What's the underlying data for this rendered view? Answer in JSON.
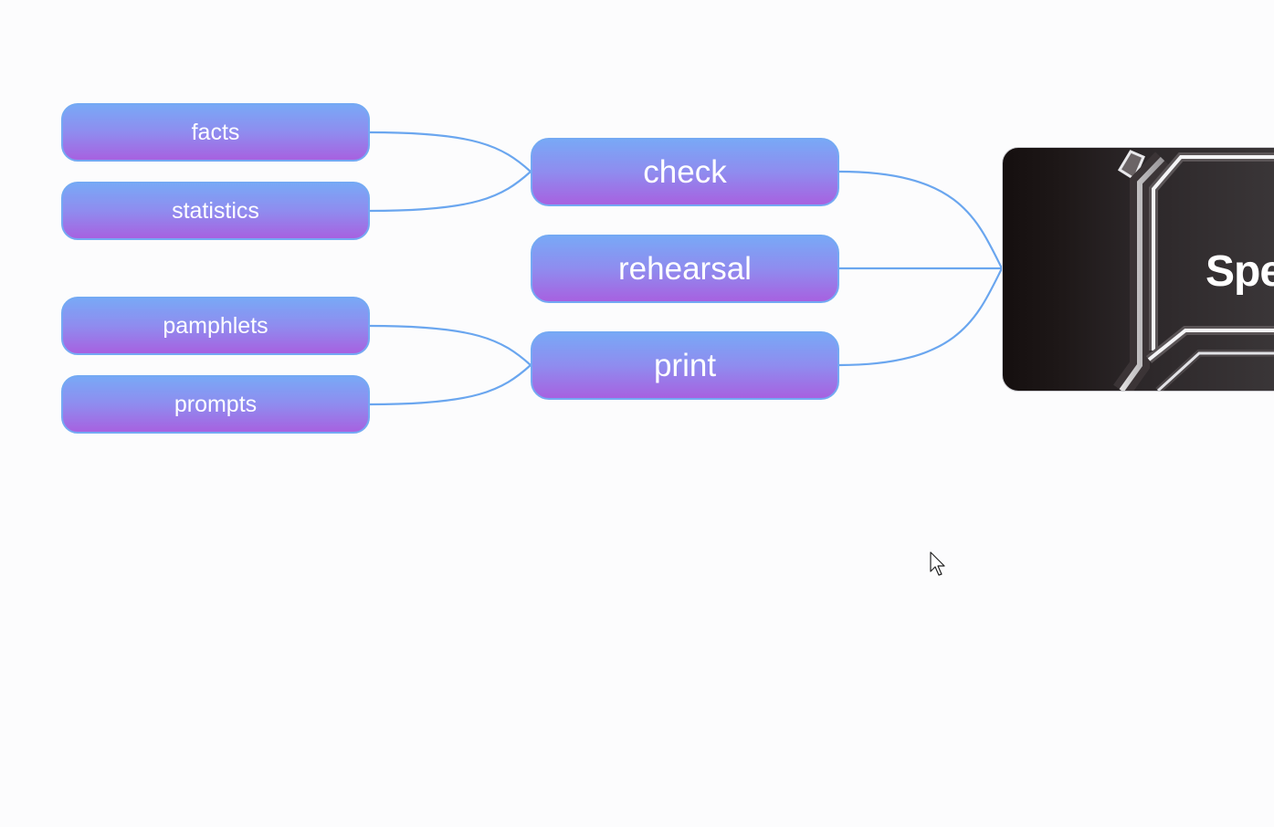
{
  "mindmap": {
    "central_topic": "Spe",
    "branches": [
      {
        "label": "check",
        "children": [
          "facts",
          "statistics"
        ]
      },
      {
        "label": "rehearsal",
        "children": []
      },
      {
        "label": "print",
        "children": [
          "pamphlets",
          "prompts"
        ]
      }
    ]
  },
  "colors": {
    "background": "#fcfcfd",
    "connector": "#6aa6ef",
    "node_gradient_top": "#79a8f6",
    "node_gradient_bottom": "#a761e0",
    "node_border": "#74a9f3",
    "node_text": "#ffffff"
  },
  "icons": {
    "cursor": "arrow-pointer-icon"
  }
}
